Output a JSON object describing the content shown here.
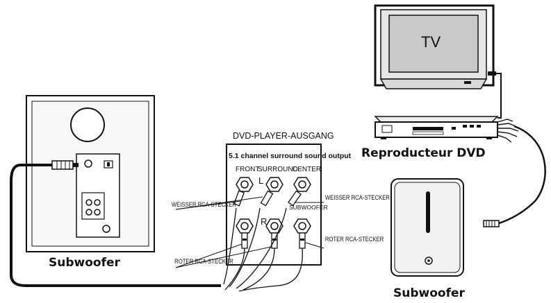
{
  "tv": {
    "label": "TV"
  },
  "dvd_player": {
    "label": "Reproducteur DVD"
  },
  "subwoofer_left": {
    "label": "Subwoofer"
  },
  "subwoofer_right": {
    "label": "Subwoofer"
  },
  "output_panel": {
    "heading": "DVD-PLAYER-AUSGANG",
    "title": "5.1 channel surround sound output",
    "columns": [
      "FRONT",
      "SURROUND",
      "CENTER"
    ],
    "left_marker": "L",
    "right_marker": "R",
    "subwoofer_jack_label": "SUBWOOFER"
  },
  "callouts": {
    "white_plug_left": "WEISSER RCA-STECKER",
    "white_plug_right": "WEISSER RCA-STECKER",
    "red_plug_left": "ROTER RCA-STECKER",
    "red_plug_right": "ROTER RCA-STECKER"
  },
  "colors": {
    "line": "#111111",
    "tv_screen": "#c9c9c9",
    "tv_frame": "#e8e8e8",
    "panel_bg": "#ffffff"
  }
}
